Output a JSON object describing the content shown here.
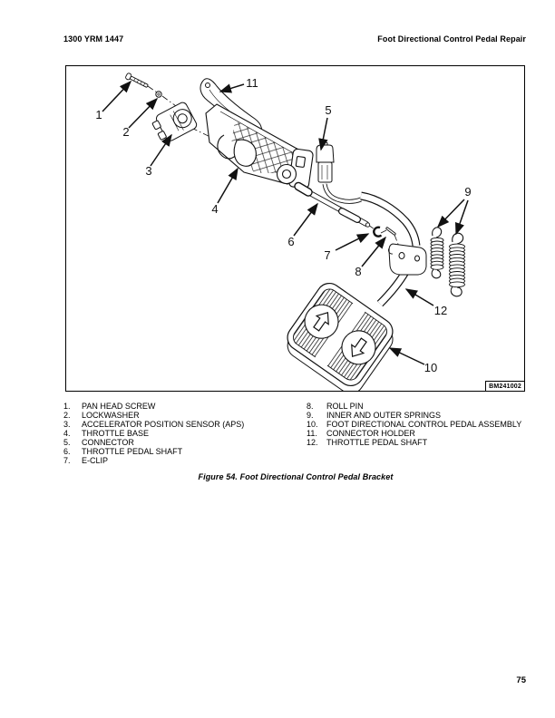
{
  "header": {
    "left": "1300 YRM 1447",
    "right": "Foot Directional Control Pedal Repair"
  },
  "figure": {
    "code": "BM241002",
    "caption": "Figure 54. Foot Directional Control Pedal Bracket",
    "callouts": [
      "1",
      "2",
      "3",
      "4",
      "5",
      "6",
      "7",
      "8",
      "9",
      "10",
      "11",
      "12"
    ]
  },
  "legend": {
    "left": [
      {
        "num": "1.",
        "label": "PAN HEAD SCREW"
      },
      {
        "num": "2.",
        "label": "LOCKWASHER"
      },
      {
        "num": "3.",
        "label": "ACCELERATOR POSITION SENSOR (APS)"
      },
      {
        "num": "4.",
        "label": "THROTTLE BASE"
      },
      {
        "num": "5.",
        "label": "CONNECTOR"
      },
      {
        "num": "6.",
        "label": "THROTTLE PEDAL SHAFT"
      },
      {
        "num": "7.",
        "label": "E-CLIP"
      }
    ],
    "right": [
      {
        "num": "8.",
        "label": "ROLL PIN"
      },
      {
        "num": "9.",
        "label": "INNER AND OUTER SPRINGS"
      },
      {
        "num": "10.",
        "label": "FOOT DIRECTIONAL CONTROL PEDAL ASSEMBLY"
      },
      {
        "num": "11.",
        "label": "CONNECTOR HOLDER"
      },
      {
        "num": "12.",
        "label": "THROTTLE PEDAL SHAFT"
      }
    ]
  },
  "footer": {
    "page_number": "75"
  },
  "colors": {
    "ink": "#111111",
    "paper": "#ffffff"
  }
}
